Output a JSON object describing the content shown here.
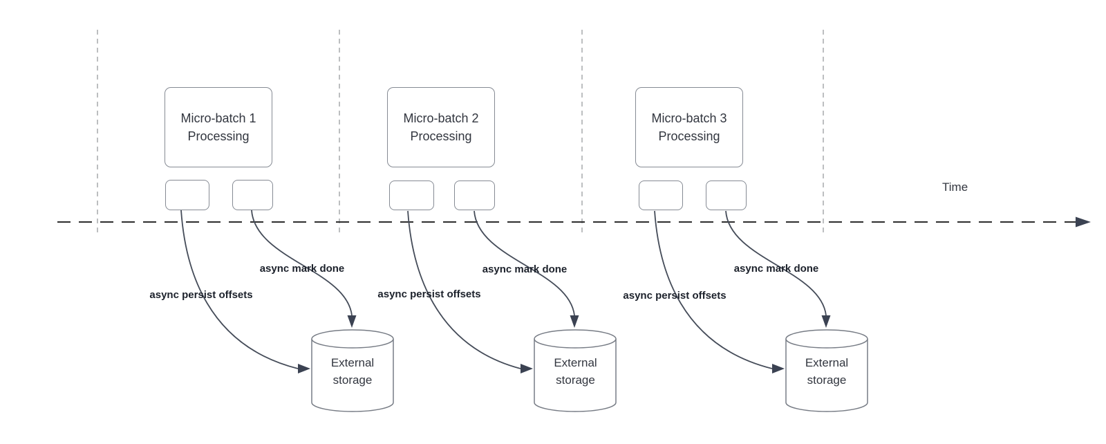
{
  "time_label": "Time",
  "groups": [
    {
      "box_line1": "Micro-batch 1",
      "box_line2": "Processing",
      "persist_label": "async persist offsets",
      "done_label": "async mark done",
      "storage_label": "External storage"
    },
    {
      "box_line1": "Micro-batch 2",
      "box_line2": "Processing",
      "persist_label": "async persist offsets",
      "done_label": "async mark done",
      "storage_label": "External storage"
    },
    {
      "box_line1": "Micro-batch 3",
      "box_line2": "Processing",
      "persist_label": "async persist offsets",
      "done_label": "async mark done",
      "storage_label": "External storage"
    }
  ],
  "colors": {
    "background": "#ffffff",
    "box_border": "#858a93",
    "box_text": "#32363f",
    "lane_divider": "#b5b7ba",
    "timeline": "#2d2d2d",
    "arrow_stroke": "#454c59",
    "arrowhead_fill": "#3b4252",
    "label_text": "#1c212b"
  }
}
